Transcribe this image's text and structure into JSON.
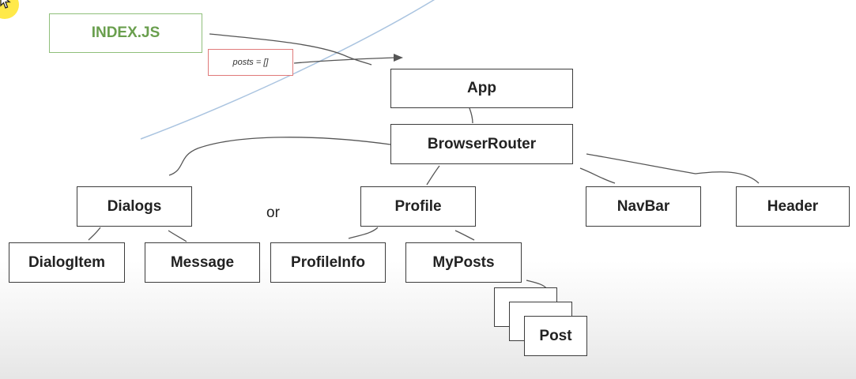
{
  "nodes": {
    "index": "INDEX.JS",
    "state": "posts = []",
    "app": "App",
    "router": "BrowserRouter",
    "dialogs": "Dialogs",
    "profile": "Profile",
    "navbar": "NavBar",
    "header": "Header",
    "dialog_item": "DialogItem",
    "message": "Message",
    "profile_info": "ProfileInfo",
    "my_posts": "MyPosts",
    "post": "Post"
  },
  "separator": "or",
  "colors": {
    "index_border": "#8fbf7a",
    "index_text": "#6a9f4e",
    "state_border": "#e07a7a",
    "divider_curve": "#aac4e0",
    "connector": "#555555",
    "cursor_highlight": "#ffe94a"
  },
  "icons": {
    "cursor": "mouse-pointer-icon"
  }
}
